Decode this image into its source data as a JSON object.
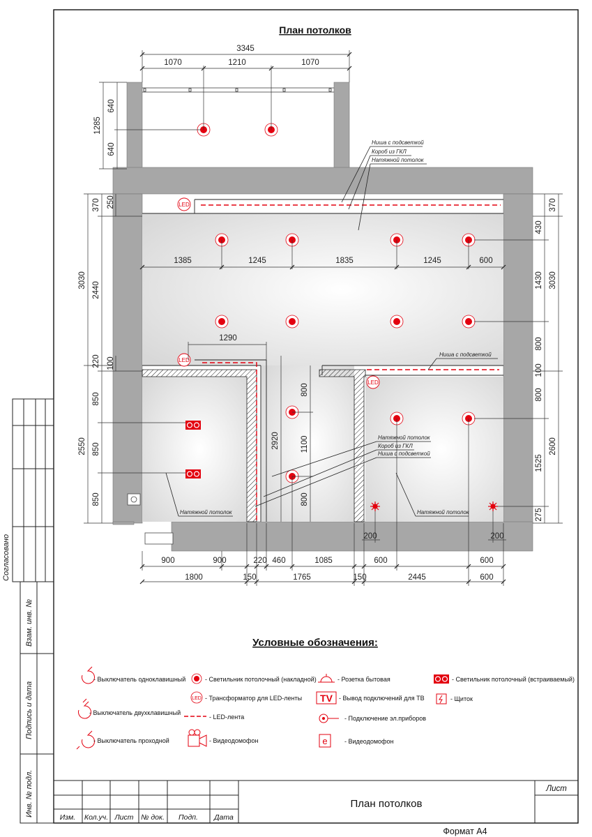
{
  "title": "План потолков",
  "dims": {
    "top_total": "3345",
    "top_segments": [
      "1070",
      "1210",
      "1070"
    ],
    "balcony_left_total": "1285",
    "balcony_left_segments": [
      "640",
      "640"
    ],
    "left_outer": [
      "3030",
      "2550"
    ],
    "left_inner": [
      "370",
      "2440",
      "220",
      "850",
      "850",
      "850"
    ],
    "left_small": [
      "250",
      "100"
    ],
    "right_outer": [
      "370",
      "3030",
      "2600"
    ],
    "right_inner": [
      "430",
      "1430",
      "800",
      "100",
      "800",
      "1525",
      "275"
    ],
    "row_mid": [
      "1385",
      "1245",
      "1835",
      "1245",
      "600"
    ],
    "dim_1290": "1290",
    "dim_2920": "2920",
    "dim_column": [
      "800",
      "1100",
      "800"
    ],
    "dim_200": [
      "200",
      "200"
    ],
    "bottom_row1": [
      "900",
      "900",
      "220",
      "460",
      "1085",
      "600",
      "600"
    ],
    "bottom_row2": [
      "1800",
      "150",
      "1765",
      "150",
      "2445",
      "600"
    ]
  },
  "callouts": {
    "top_niche": "Ниша с подсветкой",
    "top_box": "Короб из ГКЛ",
    "top_ceiling": "Натяжной потолок",
    "right_niche": "Ниша с подсветкой",
    "mid_ceiling": "Натяжной потолок",
    "mid_box": "Короб из ГКЛ",
    "mid_niche": "Ниша с подсветкой",
    "room_left_ceiling": "Натяжной потолок",
    "room_right_ceiling": "Натяжной потолок"
  },
  "led_label": "LED",
  "legend": {
    "title": "Условные обозначения:",
    "items": [
      "- Выключатель одноклавишный",
      "- Выключатель двухклавишный",
      "- Выключатель проходной",
      "- Светильник потолочный (накладной)",
      "- Трансформатор для LED-ленты",
      "- LED-лента",
      "- Видеодомофон",
      "- Розетка бытовая",
      "- Вывод подключений для ТВ",
      "- Подключение эл.приборов",
      "- Видеодомофон",
      "- Светильник потолочный (встраиваемый)",
      "- Щиток"
    ],
    "tv_symbol": "TV",
    "e_symbol": "e"
  },
  "side_stamps": [
    "Согласовано",
    "Взам. инв. №",
    "Подпись и дата",
    "Инв. № подл."
  ],
  "title_block": {
    "headers": [
      "Изм.",
      "Кол.уч.",
      "Лист",
      "№ док.",
      "Подп.",
      "Дата"
    ],
    "sheet_label": "Лист",
    "drawing_name": "План потолков",
    "format": "Формат А4"
  },
  "colors": {
    "wall": "#a7a7a7",
    "accent": "#e3000f",
    "line": "#222222",
    "dim": "#333333"
  }
}
